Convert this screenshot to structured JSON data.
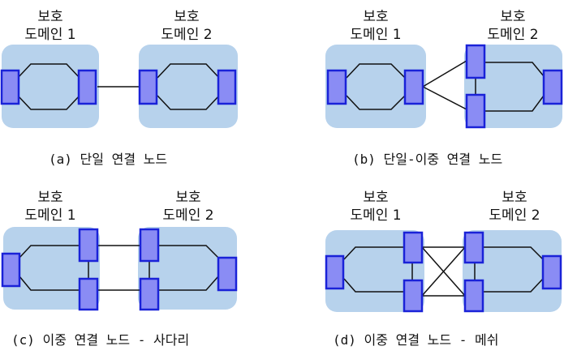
{
  "colors": {
    "domain_fill": "#b7d2ec",
    "node_fill": "#8a8cf4",
    "node_stroke": "#1a22d8",
    "line": "#111111"
  },
  "panels": [
    {
      "domain_left": {
        "line1": "보호",
        "line2": "도메인 1"
      },
      "domain_right": {
        "line1": "보호",
        "line2": "도메인 2"
      },
      "caption": "(a) 단일 연결 노드"
    },
    {
      "domain_left": {
        "line1": "보호",
        "line2": "도메인 1"
      },
      "domain_right": {
        "line1": "보호",
        "line2": "도메인 2"
      },
      "caption": "(b) 단일-이중 연결 노드"
    },
    {
      "domain_left": {
        "line1": "보호",
        "line2": "도메인 1"
      },
      "domain_right": {
        "line1": "보호",
        "line2": "도메인 2"
      },
      "caption": "(c) 이중 연결 노드 - 사다리"
    },
    {
      "domain_left": {
        "line1": "보호",
        "line2": "도메인 1"
      },
      "domain_right": {
        "line1": "보호",
        "line2": "도메인 2"
      },
      "caption": "(d) 이중 연결 노드 - 메쉬"
    }
  ]
}
